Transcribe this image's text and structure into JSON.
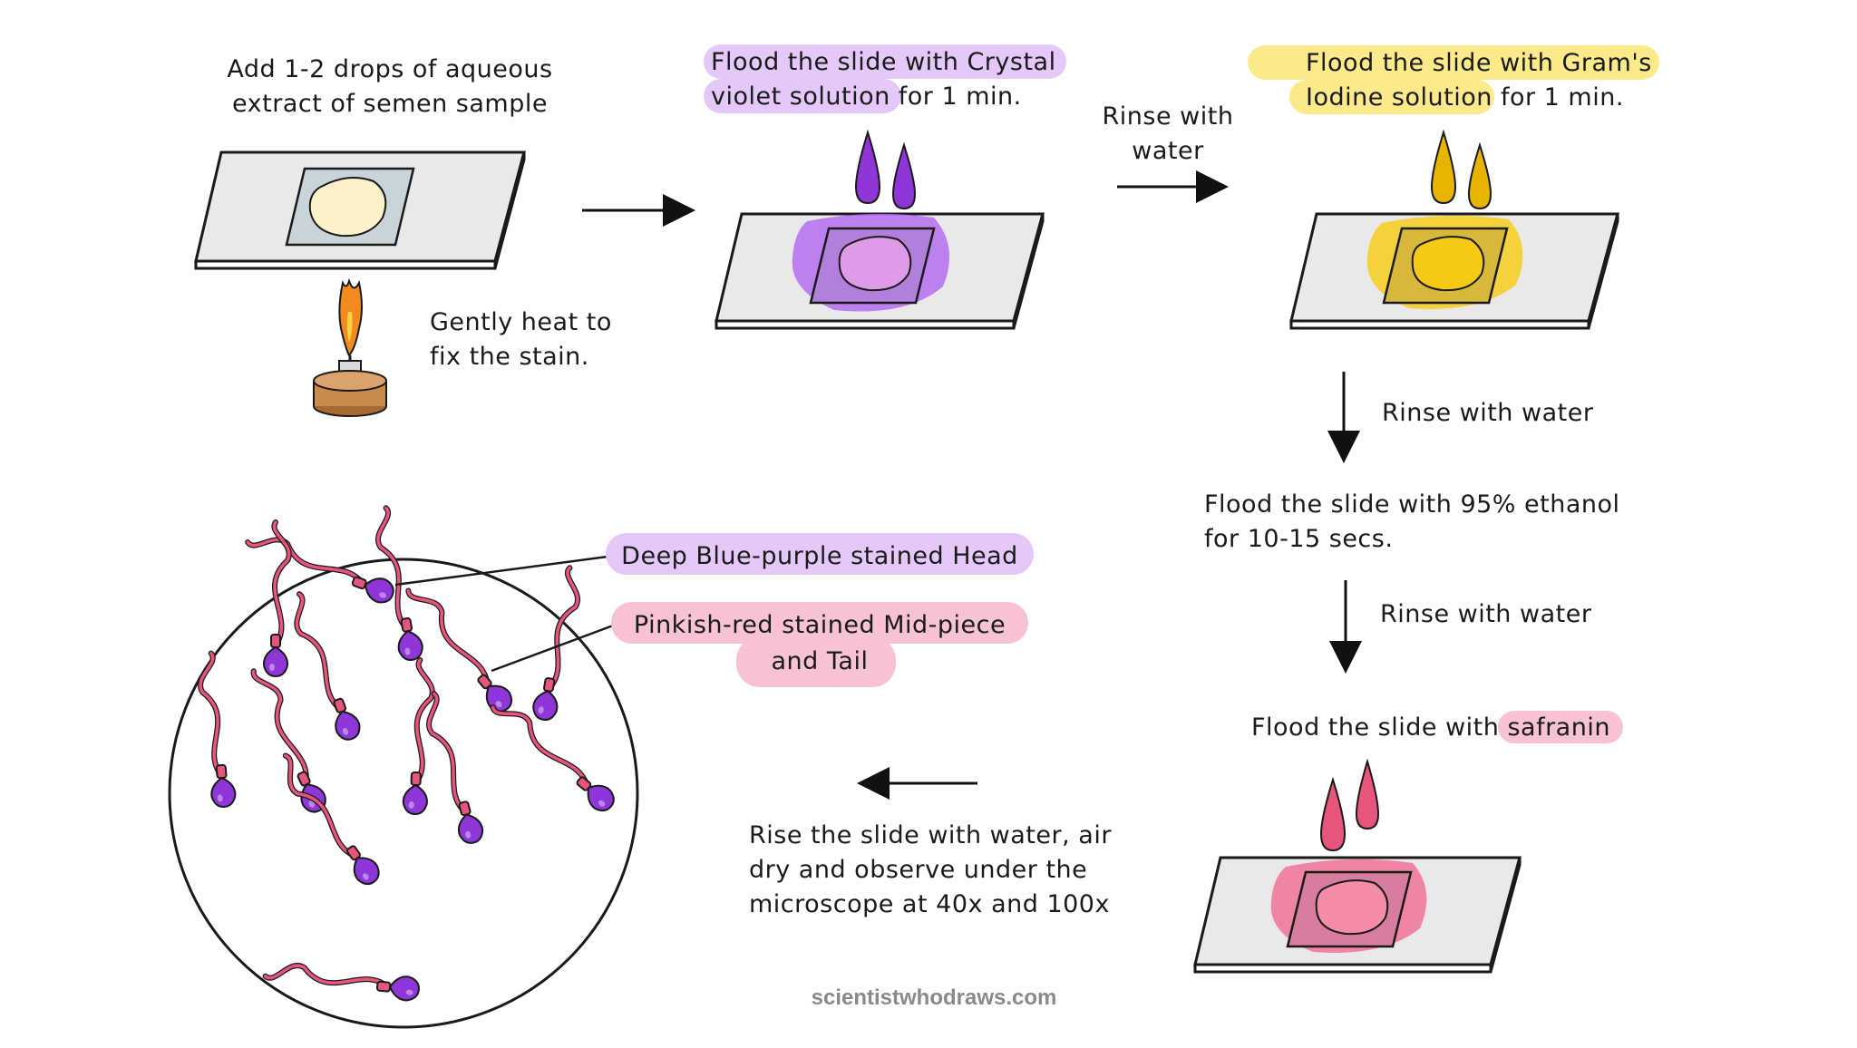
{
  "step1": {
    "line1": "Add 1-2 drops of aqueous",
    "line2": "extract of semen sample"
  },
  "heat": {
    "line1": "Gently heat to",
    "line2": "fix the stain."
  },
  "step2": {
    "line1_plain": "Flood the slide with ",
    "line1_highlight": "Crystal",
    "line2_highlight": "violet solution",
    "line2_plain": " for 1 min."
  },
  "rinse1": {
    "line1": "Rinse with",
    "line2": "water"
  },
  "step3": {
    "line1_plain": "Flood the slide with ",
    "line1_highlight": "Gram's",
    "line2_highlight": "Iodine solution",
    "line2_plain": " for 1 min."
  },
  "rinse2": "Rinse with water",
  "step4": {
    "line1": "Flood the slide with 95% ethanol",
    "line2": "for  10-15 secs."
  },
  "rinse3": "Rinse with water",
  "step5": {
    "plain": "Flood the slide with ",
    "highlight": "safranin"
  },
  "final": {
    "line1": "Rise the slide with water, air",
    "line2": "dry and observe under the",
    "line3": "microscope at 40x and 100x"
  },
  "callout_head": "Deep Blue-purple stained Head",
  "callout_tail": {
    "line1": "Pinkish-red stained Mid-piece",
    "line2": "and Tail"
  },
  "credit": "scientistwhodraws.com",
  "colors": {
    "violet": "#8e36d8",
    "violet_highlight": "#e4c8fa",
    "iodine": "#e8b400",
    "iodine_highlight": "#fbe98a",
    "safranin": "#e8557a",
    "safranin_highlight": "#f7c2d2",
    "sample": "#fdf1c9",
    "flame": "#f28a1e",
    "burner": "#c98a4b"
  }
}
